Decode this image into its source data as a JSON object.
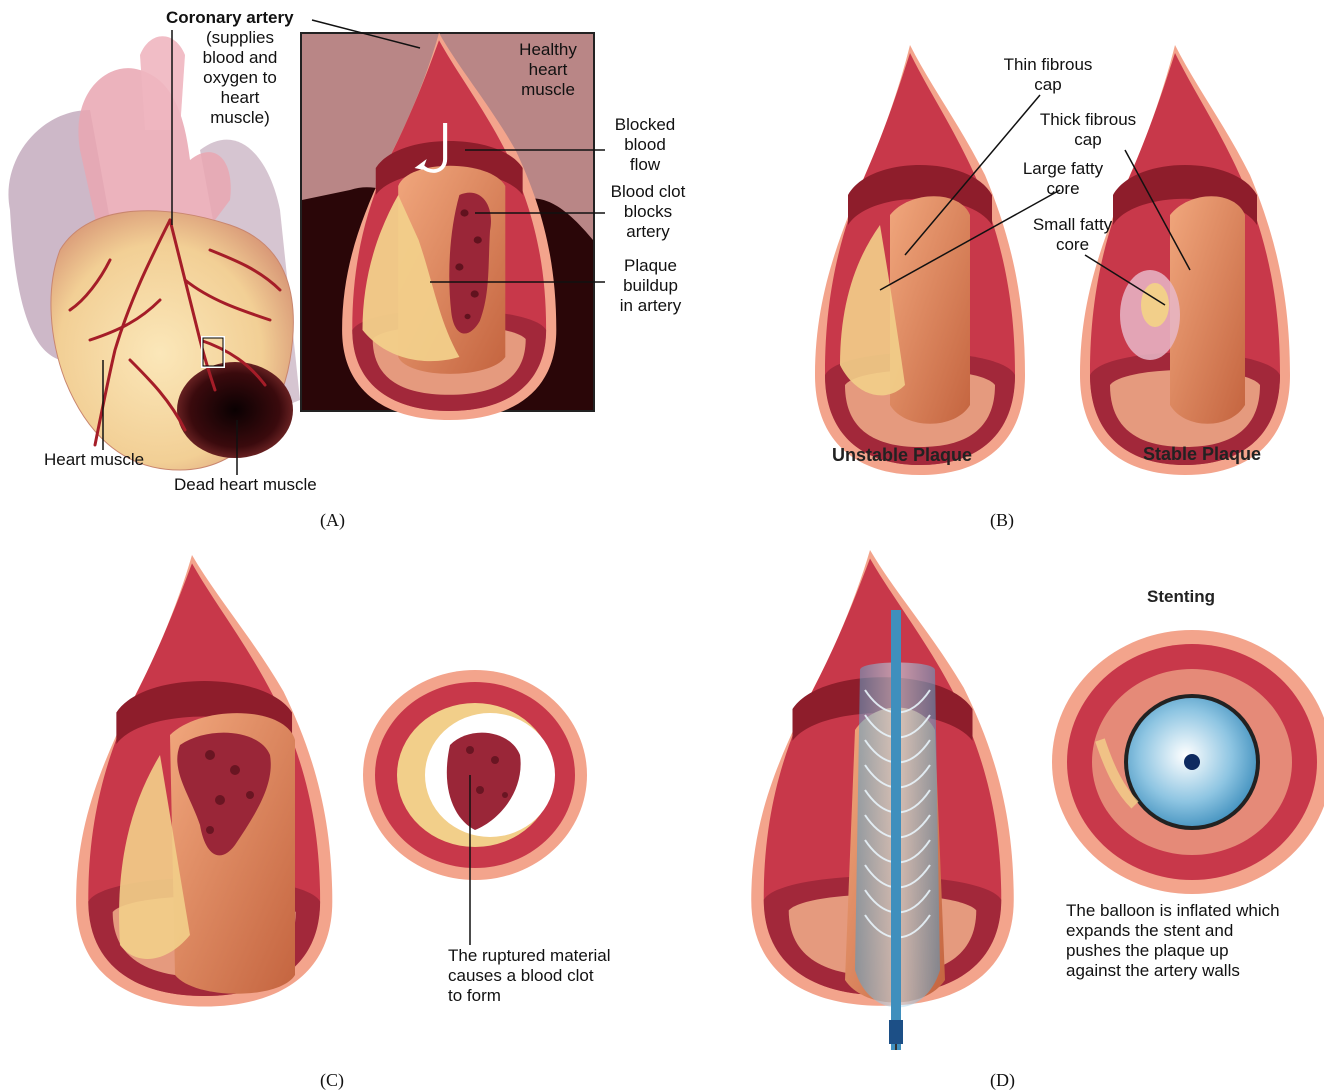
{
  "panel_a": {
    "coronary_title": "Coronary artery",
    "coronary_desc": [
      "(supplies",
      "blood and",
      "oxygen to",
      "heart",
      "muscle)"
    ],
    "healthy": [
      "Healthy",
      "heart",
      "muscle"
    ],
    "blocked": [
      "Blocked",
      "blood",
      "flow"
    ],
    "clot": [
      "Blood clot",
      "blocks",
      "artery"
    ],
    "plaque": [
      "Plaque",
      "buildup",
      "in artery"
    ],
    "heart_muscle": "Heart muscle",
    "dead_muscle": "Dead heart muscle",
    "caption": "(A)"
  },
  "panel_b": {
    "thin_cap": [
      "Thin fibrous",
      "cap"
    ],
    "thick_cap": [
      "Thick fibrous",
      "cap"
    ],
    "large_core": [
      "Large fatty",
      "core"
    ],
    "small_core": [
      "Small fatty",
      "core"
    ],
    "unstable": "Unstable Plaque",
    "stable": "Stable Plaque",
    "caption": "(B)"
  },
  "panel_c": {
    "ruptured": [
      "The ruptured material",
      "causes a blood clot",
      "to form"
    ],
    "caption": "(C)"
  },
  "panel_d": {
    "title": "Stenting",
    "desc": [
      "The balloon is inflated which",
      "expands the stent and",
      "pushes the plaque up",
      "against the artery walls"
    ],
    "caption": "(D)"
  },
  "colors": {
    "artery_outer": "#f3a48c",
    "artery_wall": "#c8384a",
    "artery_dark": "#8e1d2b",
    "lumen": "#e0875f",
    "plaque": "#f2cf8a",
    "clot": "#9a2638",
    "dead": "#2a0608",
    "inset_bg": "#b98686",
    "stent": "#6fb7d8"
  }
}
